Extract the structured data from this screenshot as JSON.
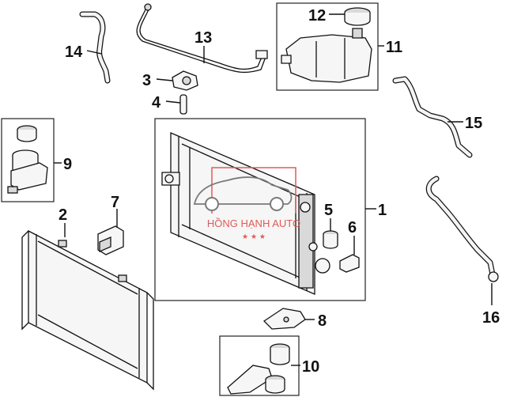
{
  "diagram": {
    "callouts": [
      "1",
      "2",
      "3",
      "4",
      "5",
      "6",
      "7",
      "8",
      "9",
      "10",
      "11",
      "12",
      "13",
      "14",
      "15",
      "16"
    ]
  },
  "watermark": {
    "brand": "HỒNG HẠNH AUTO",
    "stars": "★ ★ ★",
    "color": "#e05a5a"
  }
}
